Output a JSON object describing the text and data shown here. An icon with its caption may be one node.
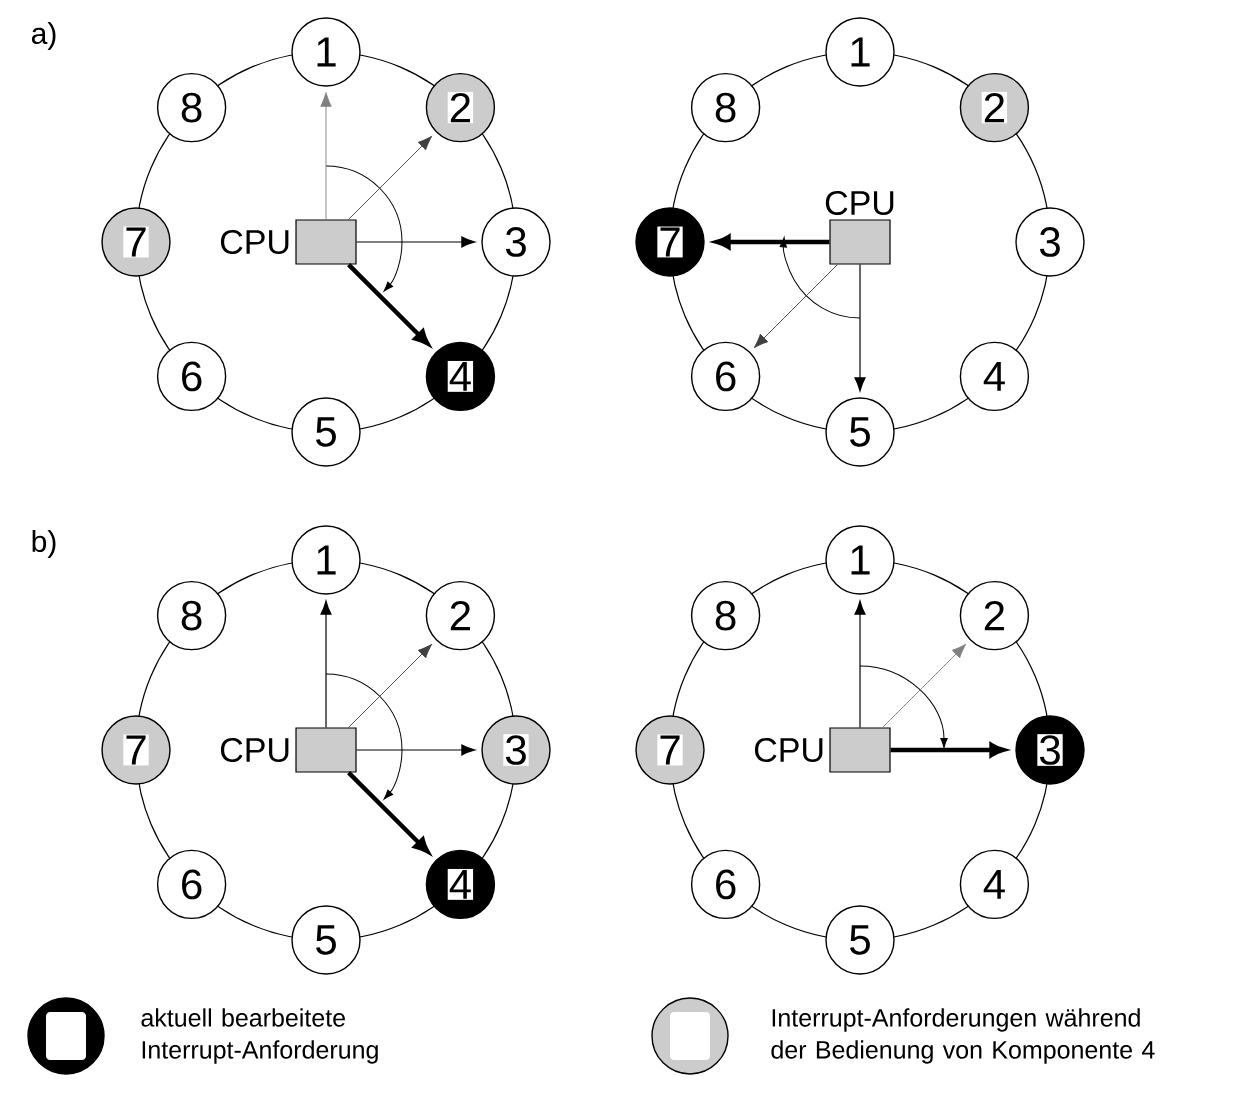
{
  "diagram": {
    "nodes": [
      {
        "text": [
          "CPU"
        ]
      },
      {
        "text": [
          "1"
        ]
      },
      {
        "text": [
          "2"
        ]
      },
      {
        "text": [
          "3"
        ]
      },
      {
        "text": [
          "4"
        ]
      },
      {
        "text": [
          "5"
        ]
      },
      {
        "text": [
          "6"
        ]
      },
      {
        "text": [
          "7"
        ]
      },
      {
        "text": [
          "8"
        ]
      },
      {
        "text": [
          "CPU"
        ]
      },
      {
        "text": [
          "1"
        ]
      },
      {
        "text": [
          "2"
        ]
      },
      {
        "text": [
          "3"
        ]
      },
      {
        "text": [
          "4"
        ]
      },
      {
        "text": [
          "5"
        ]
      },
      {
        "text": [
          "6"
        ]
      },
      {
        "text": [
          "7"
        ]
      },
      {
        "text": [
          "8"
        ]
      },
      {
        "text": [
          "CPU"
        ]
      },
      {
        "text": [
          "1"
        ]
      },
      {
        "text": [
          "2"
        ]
      },
      {
        "text": [
          "3"
        ]
      },
      {
        "text": [
          "4"
        ]
      },
      {
        "text": [
          "5"
        ]
      },
      {
        "text": [
          "6"
        ]
      },
      {
        "text": [
          "7"
        ]
      },
      {
        "text": [
          "8"
        ]
      },
      {
        "text": [
          "CPU"
        ]
      },
      {
        "text": [
          "1"
        ]
      },
      {
        "text": [
          "2"
        ]
      },
      {
        "text": [
          "3"
        ]
      },
      {
        "text": [
          "4"
        ]
      },
      {
        "text": [
          "5"
        ]
      },
      {
        "text": [
          "6"
        ]
      },
      {
        "text": [
          "7"
        ]
      },
      {
        "text": [
          "8"
        ]
      }
    ],
    "edges": [
      {
        "from": 0,
        "to": 1,
        "arrow": "to",
        "color": "#808080"
      },
      {
        "from": 0,
        "to": 2,
        "arrow": "to",
        "color": "#404040"
      },
      {
        "from": 0,
        "to": 3,
        "arrow": "to"
      },
      {
        "from": 0,
        "to": 4,
        "arrow": "to",
        "style": "thick"
      },
      {
        "from": 9,
        "to": 16,
        "arrow": "to",
        "style": "thick"
      },
      {
        "from": 9,
        "to": 15,
        "arrow": "to",
        "color": "#404040"
      },
      {
        "from": 9,
        "to": 14,
        "arrow": "to"
      },
      {
        "from": 18,
        "to": 19,
        "arrow": "to"
      },
      {
        "from": 18,
        "to": 20,
        "arrow": "to",
        "color": "#404040"
      },
      {
        "from": 18,
        "to": 21,
        "arrow": "to"
      },
      {
        "from": 18,
        "to": 22,
        "arrow": "to",
        "style": "thick"
      },
      {
        "from": 27,
        "to": 28,
        "arrow": "to"
      },
      {
        "from": 27,
        "to": 29,
        "arrow": "to",
        "color": "#808080"
      },
      {
        "from": 27,
        "to": 30,
        "arrow": "to",
        "style": "thick"
      }
    ],
    "labels": [
      "a)",
      "b)"
    ],
    "legend": [
      {
        "text": "aktuell bearbeitete Interrupt-Anforderung"
      },
      {
        "text": "Interrupt-Anforderungen während der Bedienung von Komponente 4"
      }
    ]
  }
}
